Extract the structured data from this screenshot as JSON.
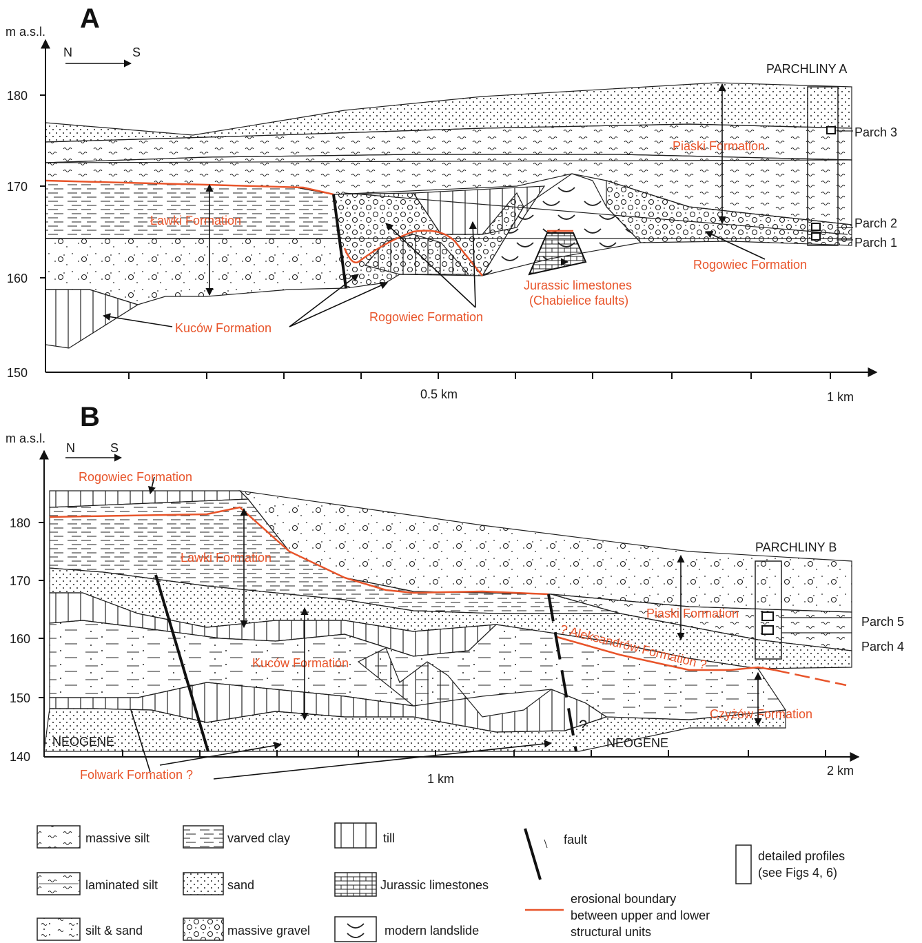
{
  "panel_a": {
    "letter": "A",
    "y_unit": "m a.s.l.",
    "direction": {
      "from": "N",
      "to": "S"
    },
    "y_ticks": [
      "180",
      "170",
      "160",
      "150"
    ],
    "x_ticks": [
      "0.5 km",
      "1 km"
    ],
    "site": "PARCHLINY A",
    "profiles": [
      "Parch 3",
      "Parch 2",
      "Parch 1"
    ],
    "formations": {
      "piaski": "Piaski Formation",
      "lawki": "Ławki Formation",
      "rogowiec_right": "Rogowiec Formation",
      "rogowiec_mid": "Rogowiec Formation",
      "kucow": "Kuców Formation",
      "jurassic_1": "Jurassic limestones",
      "jurassic_2": "(Chabielice faults)"
    }
  },
  "panel_b": {
    "letter": "B",
    "y_unit": "m a.s.l.",
    "direction": {
      "from": "N",
      "to": "S"
    },
    "y_ticks": [
      "180",
      "170",
      "160",
      "150",
      "140"
    ],
    "x_ticks": [
      "1 km",
      "2 km"
    ],
    "site": "PARCHLINY B",
    "profiles": [
      "Parch 5",
      "Parch 4"
    ],
    "formations": {
      "rogowiec": "Rogowiec Formation",
      "lawki": "Ławki Formation",
      "piaski": "Piaski Formation",
      "aleksandrow": "? Aleksandrów Formation ?",
      "kucow": "Kuców Formation",
      "czyzow": "Czyżów Formation",
      "folwark": "Folwark Formation ?",
      "neogene_left": "NEOGENE",
      "neogene_right": "NEOGENE",
      "question": "?"
    }
  },
  "legend": {
    "massive_silt": "massive silt",
    "laminated_silt": "laminated silt",
    "silt_sand": "silt & sand",
    "varved_clay": "varved clay",
    "sand": "sand",
    "massive_gravel": "massive gravel",
    "till": "till",
    "jurassic": "Jurassic limestones",
    "landslide": "modern landslide",
    "fault": "fault",
    "erosional_1": "erosional boundary",
    "erosional_2": "between upper and lower",
    "erosional_3": "structural units",
    "profiles_1": "detailed profiles",
    "profiles_2": "(see Figs 4, 6)"
  },
  "colors": {
    "formation_label": "#e8542a",
    "erosional_boundary": "#e8542a",
    "lines": "#111111"
  }
}
